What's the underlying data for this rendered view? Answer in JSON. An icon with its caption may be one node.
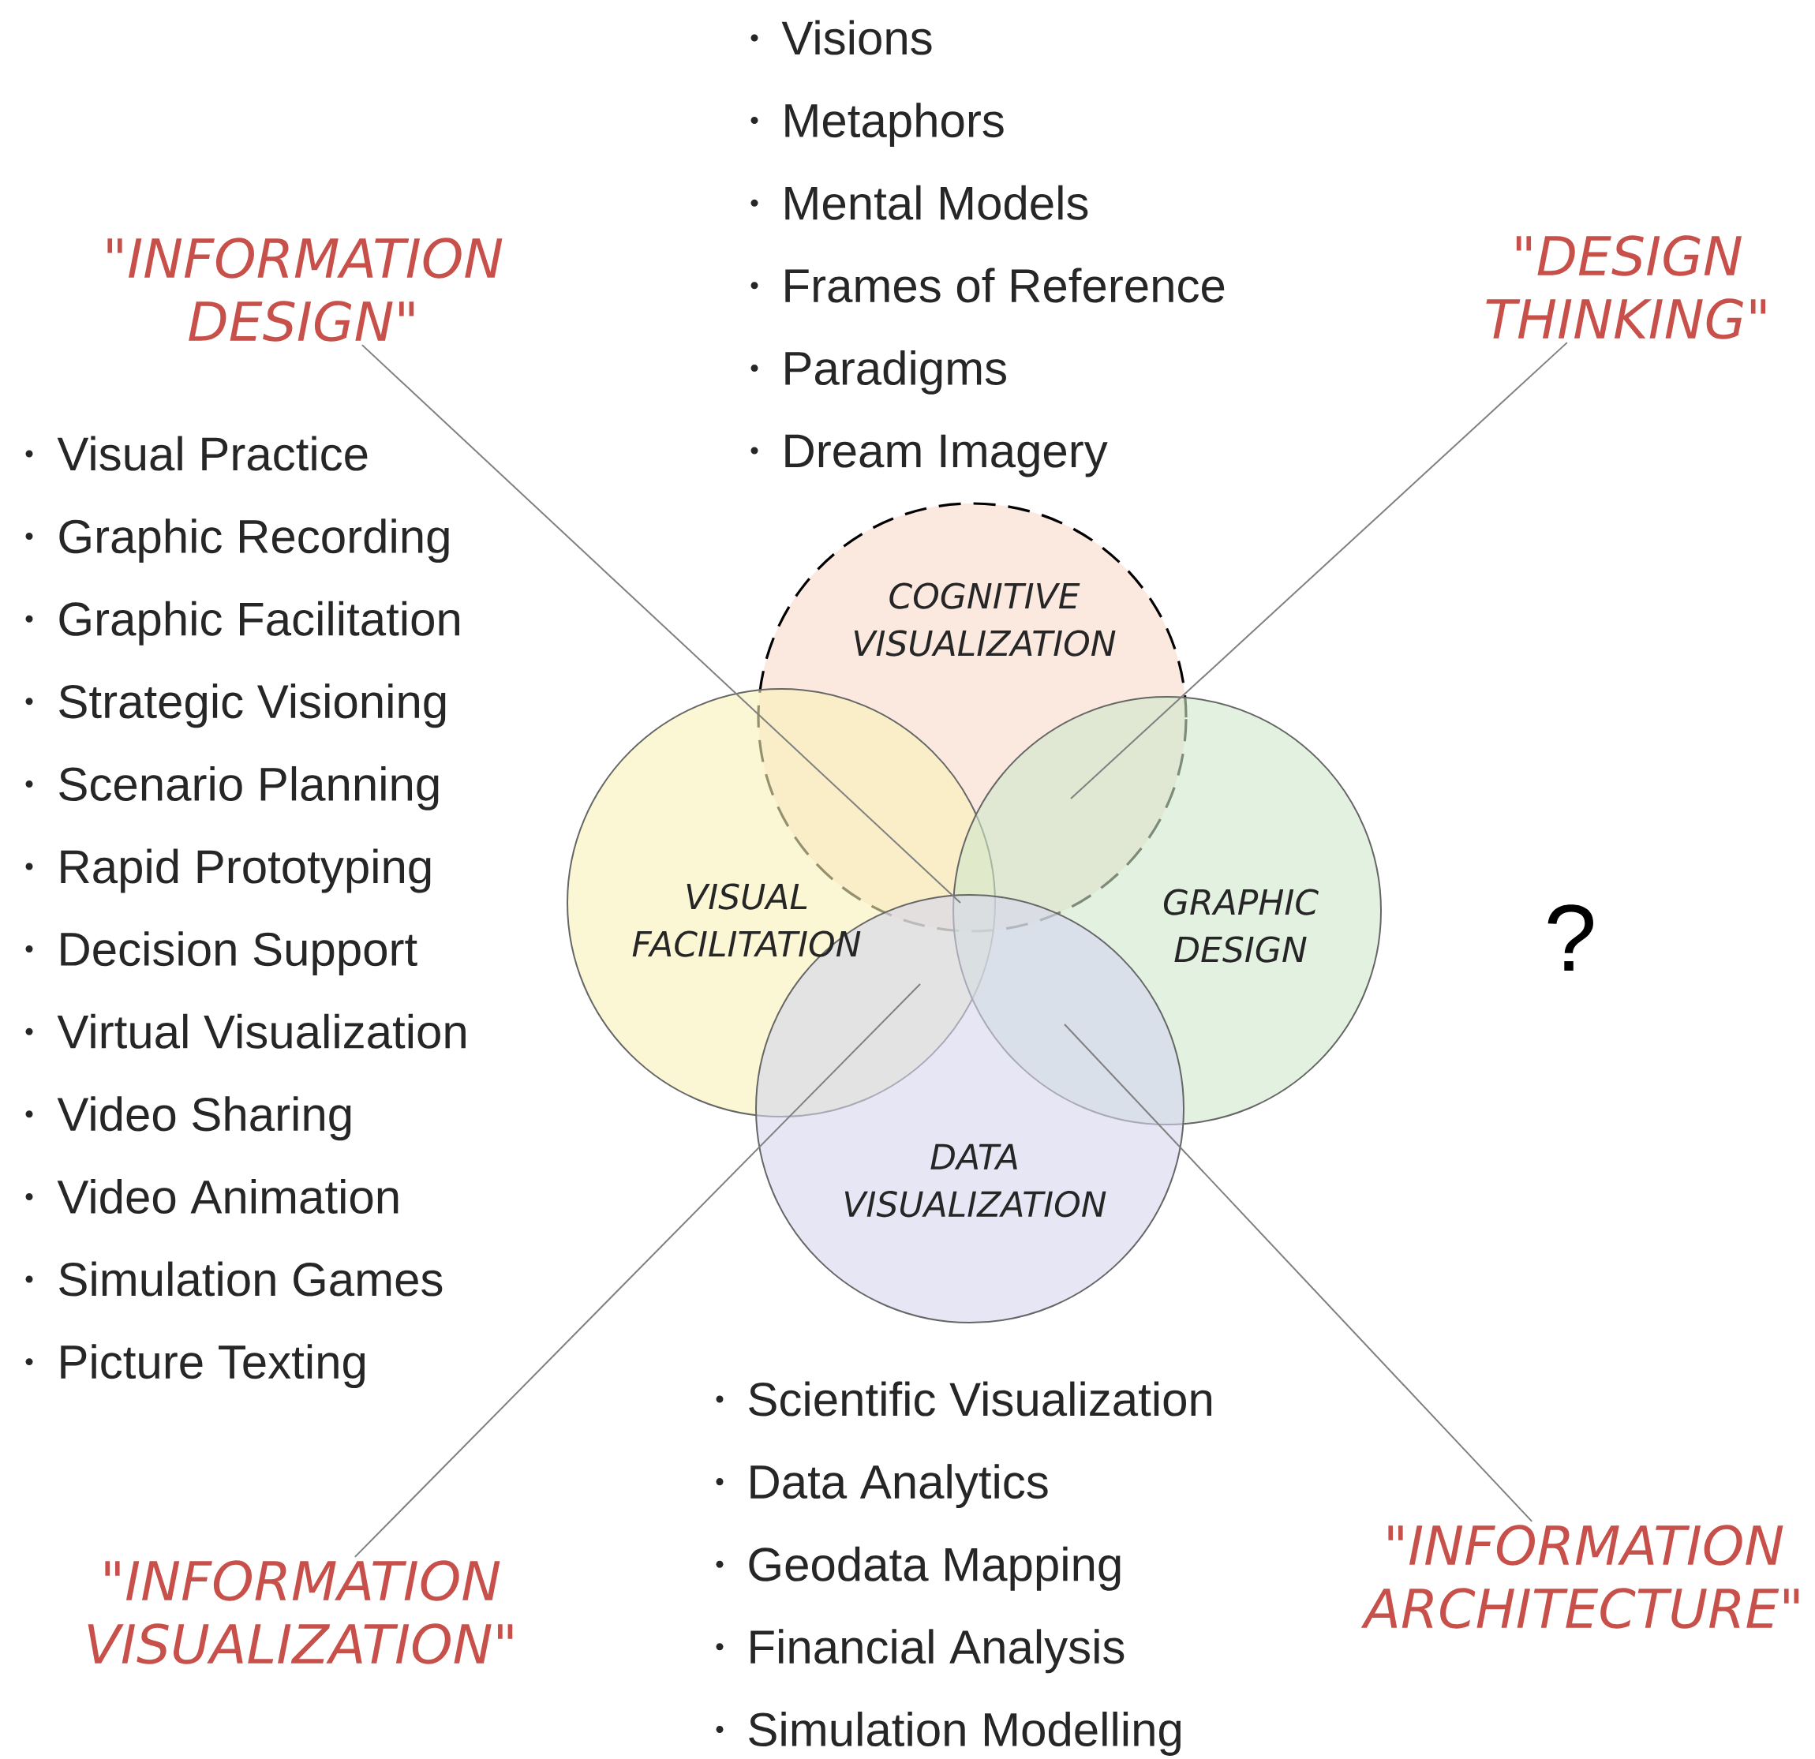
{
  "diagram": {
    "nodes": [
      {
        "text": [
          "\"INFORMATION DESIGN\""
        ]
      },
      {
        "text": [
          "\"DESIGN THINKING\""
        ]
      },
      {
        "text": [
          "COGNITIVE VISUALIZATION"
        ]
      },
      {
        "text": [
          "VISUAL FACILITATION"
        ]
      },
      {
        "text": [
          "GRAPHIC DESIGN"
        ]
      },
      {
        "text": [
          "DATA VISUALIZATION"
        ]
      },
      {
        "text": [
          "\"INFORMATION VISUALIZATION\""
        ]
      },
      {
        "text": [
          "\"INFORMATION ARCHITECTURE\""
        ]
      }
    ],
    "edges": [
      {
        "from": 0,
        "to": 2,
        "arrow": "none"
      },
      {
        "from": 1,
        "to": 2,
        "arrow": "none"
      },
      {
        "from": 6,
        "to": 3,
        "arrow": "none"
      },
      {
        "from": 7,
        "to": 4,
        "arrow": "none"
      }
    ],
    "labels": [
      "Visions",
      "Metaphors",
      "Mental Models",
      "Frames of Reference",
      "Paradigms",
      "Dream Imagery",
      "Visual Practice",
      "Graphic Recording",
      "Graphic Facilitation",
      "Strategic Visioning",
      "Scenario Planning",
      "Rapid Prototyping",
      "Decision Support",
      "Virtual Visualization",
      "Video Sharing",
      "Video Animation",
      "Simulation Games",
      "Picture Texting",
      "?",
      "Scientific Visualization",
      "Data Analytics",
      "Geodata Mapping",
      "Financial Analysis",
      "Simulation Modelling"
    ]
  }
}
